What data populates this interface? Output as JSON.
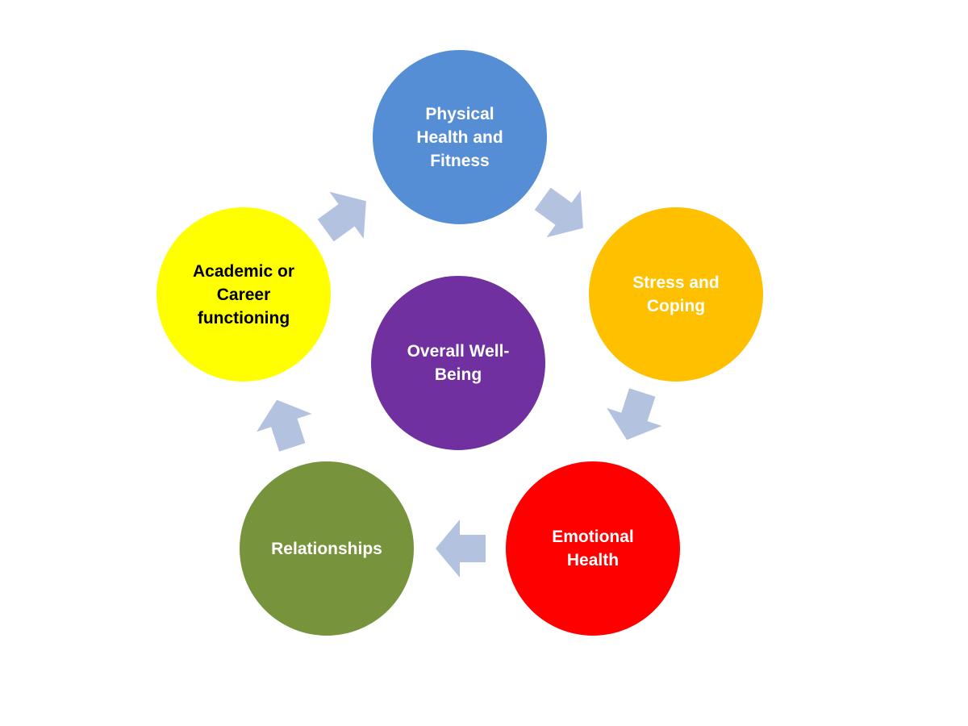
{
  "nodes": {
    "physical": {
      "label": "Physical\nHealth and\nFitness",
      "color": "#558ED5"
    },
    "stress": {
      "label": "Stress and\nCoping",
      "color": "#FFC000"
    },
    "emotional": {
      "label": "Emotional\nHealth",
      "color": "#FF0000"
    },
    "relationships": {
      "label": "Relationships",
      "color": "#77933C"
    },
    "academic": {
      "label": "Academic or\nCareer\nfunctioning",
      "color": "#FFFF00"
    },
    "overall": {
      "label": "Overall Well-\nBeing",
      "color": "#7030A0"
    }
  },
  "arrow_color": "#B3C3DF"
}
